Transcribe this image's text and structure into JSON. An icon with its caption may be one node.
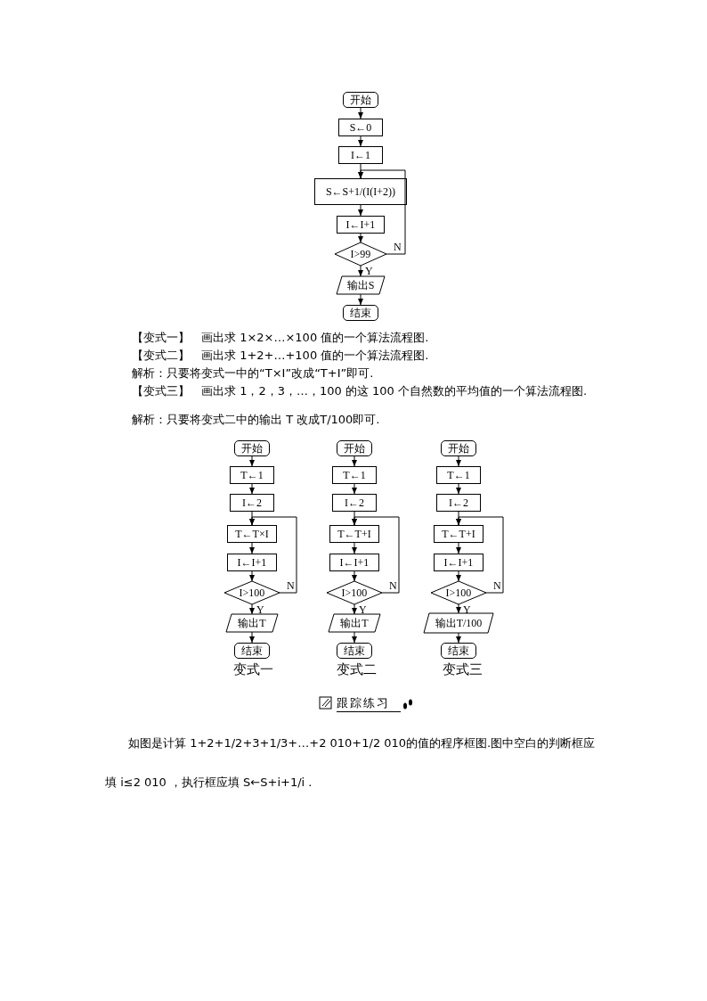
{
  "diagram": {
    "nodes": [
      {
        "text": [
          "开始"
        ]
      },
      {
        "text": [
          "S←0"
        ]
      },
      {
        "text": [
          "I←1"
        ]
      },
      {
        "text": [
          "S←S+1/(I(I+2))"
        ]
      },
      {
        "text": [
          "I←I+1"
        ]
      },
      {
        "text": [
          "I>99"
        ]
      },
      {
        "text": [
          "输出S"
        ]
      },
      {
        "text": [
          "结束"
        ]
      },
      {
        "text": [
          "开始"
        ]
      },
      {
        "text": [
          "T←1"
        ]
      },
      {
        "text": [
          "I←2"
        ]
      },
      {
        "text": [
          "T←T×I"
        ]
      },
      {
        "text": [
          "I←I+1"
        ]
      },
      {
        "text": [
          "I>100"
        ]
      },
      {
        "text": [
          "输出T"
        ]
      },
      {
        "text": [
          "结束"
        ]
      },
      {
        "text": [
          "开始"
        ]
      },
      {
        "text": [
          "T←1"
        ]
      },
      {
        "text": [
          "I←2"
        ]
      },
      {
        "text": [
          "T←T+I"
        ]
      },
      {
        "text": [
          "I←I+1"
        ]
      },
      {
        "text": [
          "I>100"
        ]
      },
      {
        "text": [
          "输出T"
        ]
      },
      {
        "text": [
          "结束"
        ]
      },
      {
        "text": [
          "开始"
        ]
      },
      {
        "text": [
          "T←1"
        ]
      },
      {
        "text": [
          "I←2"
        ]
      },
      {
        "text": [
          "T←T+I"
        ]
      },
      {
        "text": [
          "I←I+1"
        ]
      },
      {
        "text": [
          "I>100"
        ]
      },
      {
        "text": [
          "输出T/100"
        ]
      },
      {
        "text": [
          "结束"
        ]
      }
    ],
    "edges": [
      {
        "from": 0,
        "to": 1,
        "arrow": "to"
      },
      {
        "from": 1,
        "to": 2,
        "arrow": "to"
      },
      {
        "from": 2,
        "to": 3,
        "arrow": "to"
      },
      {
        "from": 3,
        "to": 4,
        "arrow": "to"
      },
      {
        "from": 4,
        "to": 5,
        "arrow": "to"
      },
      {
        "from": 5,
        "to": 6,
        "arrow": "to",
        "label": "Y"
      },
      {
        "from": 6,
        "to": 7,
        "arrow": "to"
      },
      {
        "from": 5,
        "to": 3,
        "arrow": "to",
        "label": "N"
      },
      {
        "from": 8,
        "to": 9,
        "arrow": "to"
      },
      {
        "from": 9,
        "to": 10,
        "arrow": "to"
      },
      {
        "from": 10,
        "to": 11,
        "arrow": "to"
      },
      {
        "from": 11,
        "to": 12,
        "arrow": "to"
      },
      {
        "from": 12,
        "to": 13,
        "arrow": "to"
      },
      {
        "from": 13,
        "to": 14,
        "arrow": "to",
        "label": "Y"
      },
      {
        "from": 14,
        "to": 15,
        "arrow": "to"
      },
      {
        "from": 13,
        "to": 11,
        "arrow": "to",
        "label": "N"
      },
      {
        "from": 16,
        "to": 17,
        "arrow": "to"
      },
      {
        "from": 17,
        "to": 18,
        "arrow": "to"
      },
      {
        "from": 18,
        "to": 19,
        "arrow": "to"
      },
      {
        "from": 19,
        "to": 20,
        "arrow": "to"
      },
      {
        "from": 20,
        "to": 21,
        "arrow": "to"
      },
      {
        "from": 21,
        "to": 22,
        "arrow": "to",
        "label": "Y"
      },
      {
        "from": 22,
        "to": 23,
        "arrow": "to"
      },
      {
        "from": 21,
        "to": 19,
        "arrow": "to",
        "label": "N"
      },
      {
        "from": 24,
        "to": 25,
        "arrow": "to"
      },
      {
        "from": 25,
        "to": 26,
        "arrow": "to"
      },
      {
        "from": 26,
        "to": 27,
        "arrow": "to"
      },
      {
        "from": 27,
        "to": 28,
        "arrow": "to"
      },
      {
        "from": 28,
        "to": 29,
        "arrow": "to"
      },
      {
        "from": 29,
        "to": 30,
        "arrow": "to",
        "label": "Y"
      },
      {
        "from": 30,
        "to": 31,
        "arrow": "to"
      },
      {
        "from": 29,
        "to": 27,
        "arrow": "to",
        "label": "N"
      }
    ],
    "labels": [
      "【变式一】　画出求 1×2×…×100 值的一个算法流程图.",
      "【变式二】　画出求 1+2+…+100 值的一个算法流程图.",
      "解析：只要将变式一中的“T×I”改成“T+I”即可.",
      "【变式三】　画出求 1，2，3，…，100 的这 100 个自然数的平均值的一个算法流程图.",
      "解析：只要将变式二中的输出 T 改成T/100即可.",
      "变式一",
      "变式二",
      "变式三",
      "跟踪练习",
      "如图是计算 1+2+1/2+3+1/3+…+2 010+1/2 010的值的程序框图.图中空白的判断框应填 i≤2 010 ，执行框应填 S←S+i+1/i ."
    ]
  }
}
